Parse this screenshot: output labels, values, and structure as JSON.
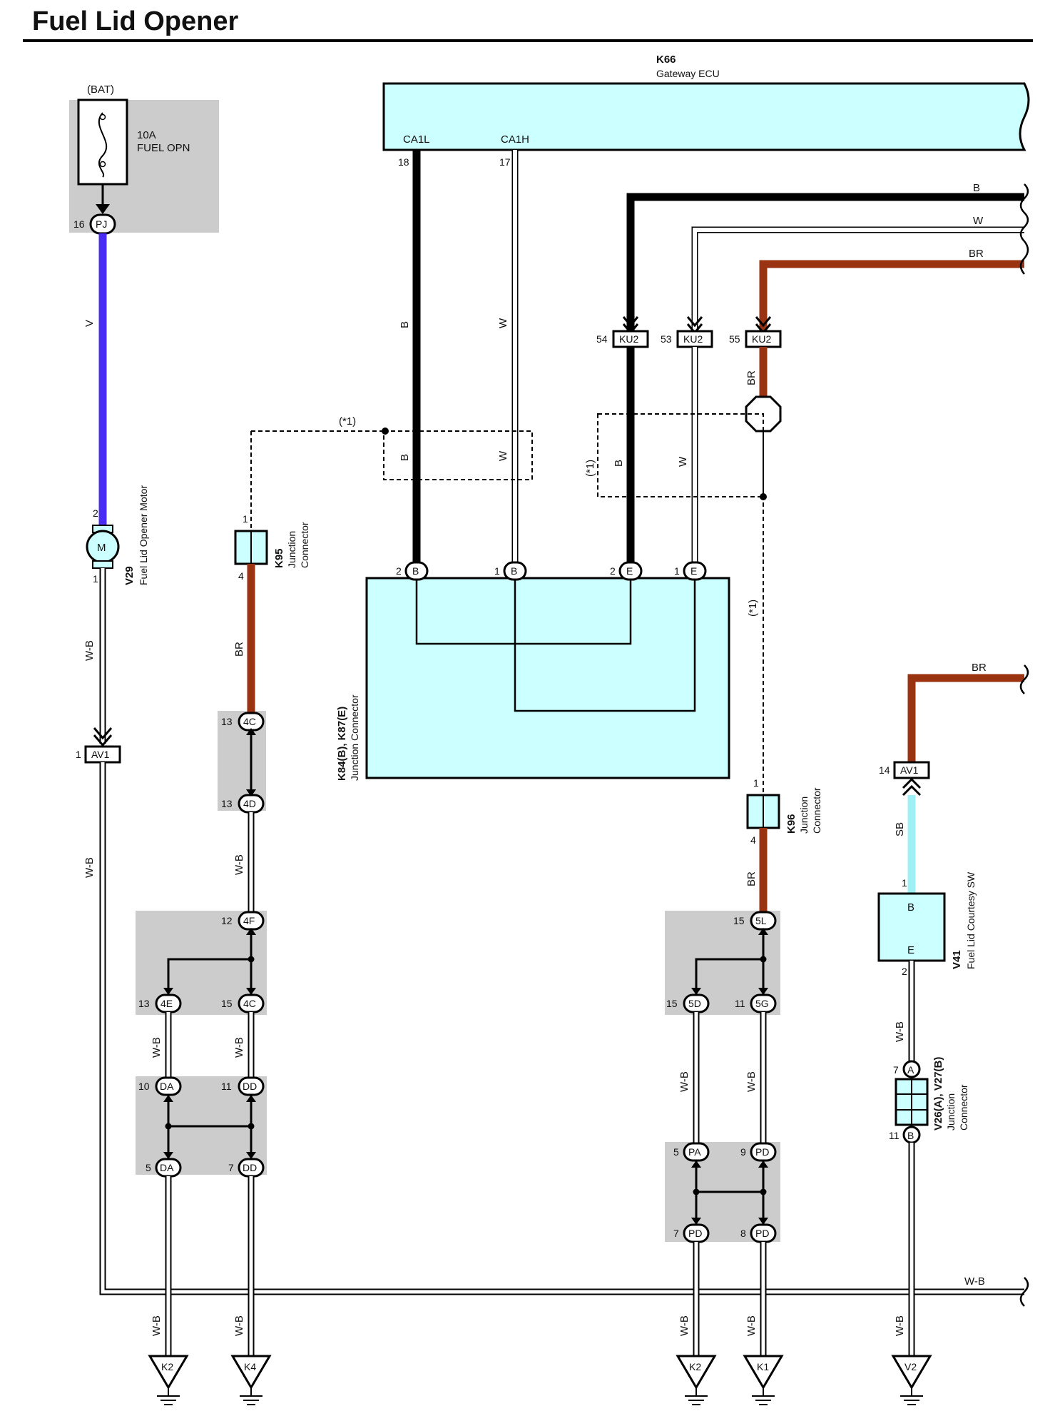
{
  "title": "Fuel Lid Opener",
  "colors": {
    "V": "#4b2cf5",
    "B": "#000000",
    "BR": "#9a3312",
    "SB": "#9ef0f5",
    "W": "#ffffff",
    "W-B": "#ffffff",
    "box_fill": "#ccffff",
    "shade": "#cccccc"
  },
  "components": {
    "k66": {
      "code": "K66",
      "name": "Gateway ECU",
      "pins": {
        "ca1l": "CA1L",
        "ca1h": "CA1H",
        "p18": "18",
        "p17": "17"
      }
    },
    "fuse": {
      "source": "(BAT)",
      "rating": "10A",
      "name": "FUEL OPN"
    },
    "v29": {
      "code": "V29",
      "name": "Fuel Lid Opener Motor",
      "symbol": "M",
      "pin_top": "2",
      "pin_bottom": "1"
    },
    "k95": {
      "code": "K95",
      "name_line1": "Junction",
      "name_line2": "Connector",
      "pin_top": "1",
      "pin_bottom": "4"
    },
    "k96": {
      "code": "K96",
      "name_line1": "Junction",
      "name_line2": "Connector",
      "pin_top": "1",
      "pin_bottom": "4"
    },
    "k84": {
      "code": "K84(B), K87(E)",
      "name": "Junction Connector"
    },
    "v41": {
      "code": "V41",
      "name": "Fuel Lid Courtesy SW",
      "term_b": "B",
      "term_e": "E",
      "pin_top": "1",
      "pin_bottom": "2"
    },
    "v26": {
      "code": "V26(A), V27(B)",
      "name_line1": "Junction",
      "name_line2": "Connector"
    }
  },
  "connectors": {
    "pj": {
      "name": "PJ",
      "pin": "16"
    },
    "ku2_54": {
      "name": "KU2",
      "pin": "54"
    },
    "ku2_53": {
      "name": "KU2",
      "pin": "53"
    },
    "ku2_55": {
      "name": "KU2",
      "pin": "55"
    },
    "av1_1": {
      "name": "AV1",
      "pin": "1"
    },
    "av1_14": {
      "name": "AV1",
      "pin": "14"
    },
    "c4c_13": {
      "name": "4C",
      "pin": "13"
    },
    "c4d_13": {
      "name": "4D",
      "pin": "13"
    },
    "c4f_12": {
      "name": "4F",
      "pin": "12"
    },
    "c4e_13": {
      "name": "4E",
      "pin": "13"
    },
    "c4c_15": {
      "name": "4C",
      "pin": "15"
    },
    "da_10": {
      "name": "DA",
      "pin": "10"
    },
    "dd_11": {
      "name": "DD",
      "pin": "11"
    },
    "da_5": {
      "name": "DA",
      "pin": "5"
    },
    "dd_7": {
      "name": "DD",
      "pin": "7"
    },
    "c5l_15": {
      "name": "5L",
      "pin": "15"
    },
    "c5d_15": {
      "name": "5D",
      "pin": "15"
    },
    "c5g_11": {
      "name": "5G",
      "pin": "11"
    },
    "pa_5": {
      "name": "PA",
      "pin": "5"
    },
    "pd_9": {
      "name": "PD",
      "pin": "9"
    },
    "pd_7": {
      "name": "PD",
      "pin": "7"
    },
    "pd_8": {
      "name": "PD",
      "pin": "8"
    },
    "b_2": {
      "name": "B",
      "pin": "2"
    },
    "b_1": {
      "name": "B",
      "pin": "1"
    },
    "e_2": {
      "name": "E",
      "pin": "2"
    },
    "e_1": {
      "name": "E",
      "pin": "1"
    },
    "v26_a7": {
      "name": "A",
      "pin": "7"
    },
    "v26_b11": {
      "name": "B",
      "pin": "11"
    }
  },
  "wires": {
    "v": "V",
    "b": "B",
    "w": "W",
    "br": "BR",
    "sb": "SB",
    "wb": "W-B",
    "note": "(*1)"
  },
  "grounds": {
    "g1": "K2",
    "g2": "K4",
    "g3": "K2",
    "g4": "K1",
    "g5": "V2"
  }
}
